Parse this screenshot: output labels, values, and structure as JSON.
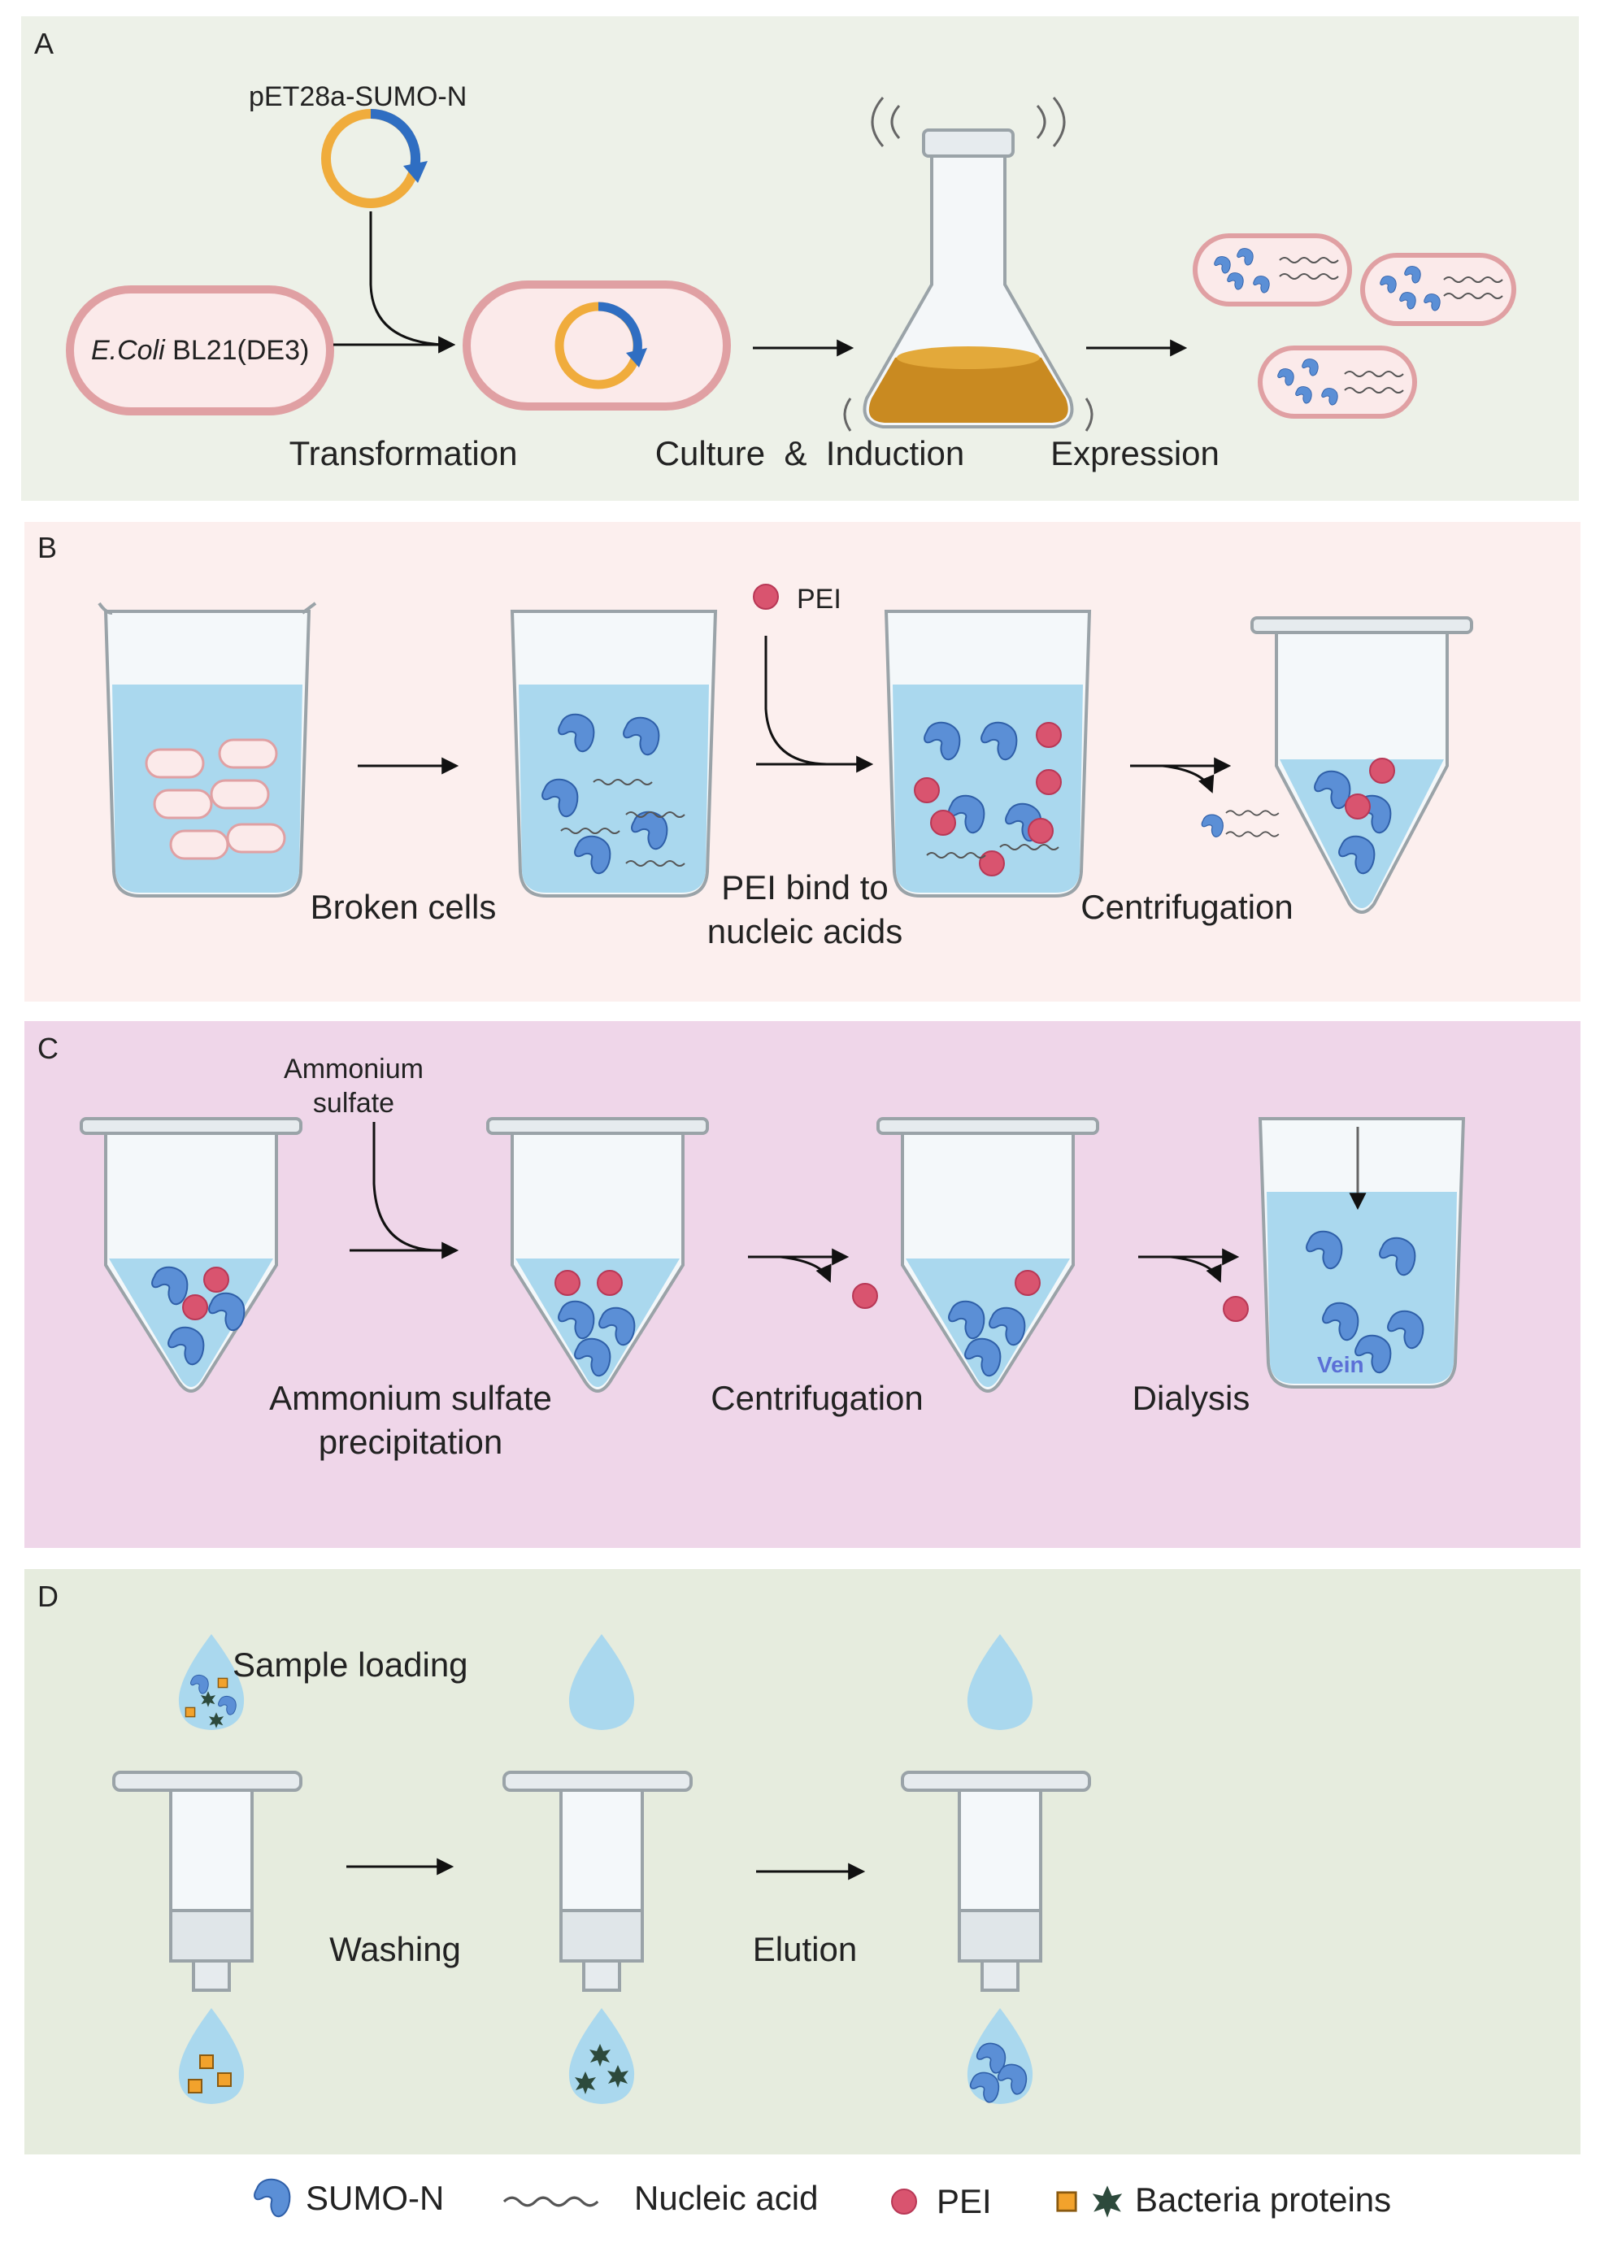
{
  "panels": {
    "a": {
      "letter": "A",
      "plasmid": "pET28a-SUMO-N",
      "cell_label_italic": "E.Coli",
      "cell_label_rest": " BL21(DE3)",
      "steps": [
        "Transformation",
        "Culture  &  Induction",
        "Expression"
      ]
    },
    "b": {
      "letter": "B",
      "pei_label": "PEI",
      "steps": [
        "Broken cells",
        "PEI bind to",
        "nucleic acids",
        "Centrifugation"
      ]
    },
    "c": {
      "letter": "C",
      "reagent_line1": "Ammonium",
      "reagent_line2": "sulfate",
      "steps": [
        "Ammonium sulfate",
        "precipitation",
        "Centrifugation",
        "Dialysis"
      ],
      "vein": "Vein"
    },
    "d": {
      "letter": "D",
      "sample_loading": "Sample loading",
      "steps": [
        "Washing",
        "Elution"
      ]
    }
  },
  "legend": {
    "sumo": "SUMO-N",
    "nucleic": "Nucleic acid",
    "pei": "PEI",
    "bacteria": "Bacteria proteins"
  },
  "colors": {
    "protein_blue": "#5b8fd6",
    "pei_pink": "#d9546f",
    "plasmid_orange": "#f0ac3c",
    "plasmid_blue": "#2f6ec2",
    "cell_outline": "#e0a0a3",
    "liquid_blue": "#aad8ee",
    "culture_gold": "#c98a21",
    "bacteria_orange": "#f2a22c",
    "bacteria_green": "#2d4a3c"
  }
}
